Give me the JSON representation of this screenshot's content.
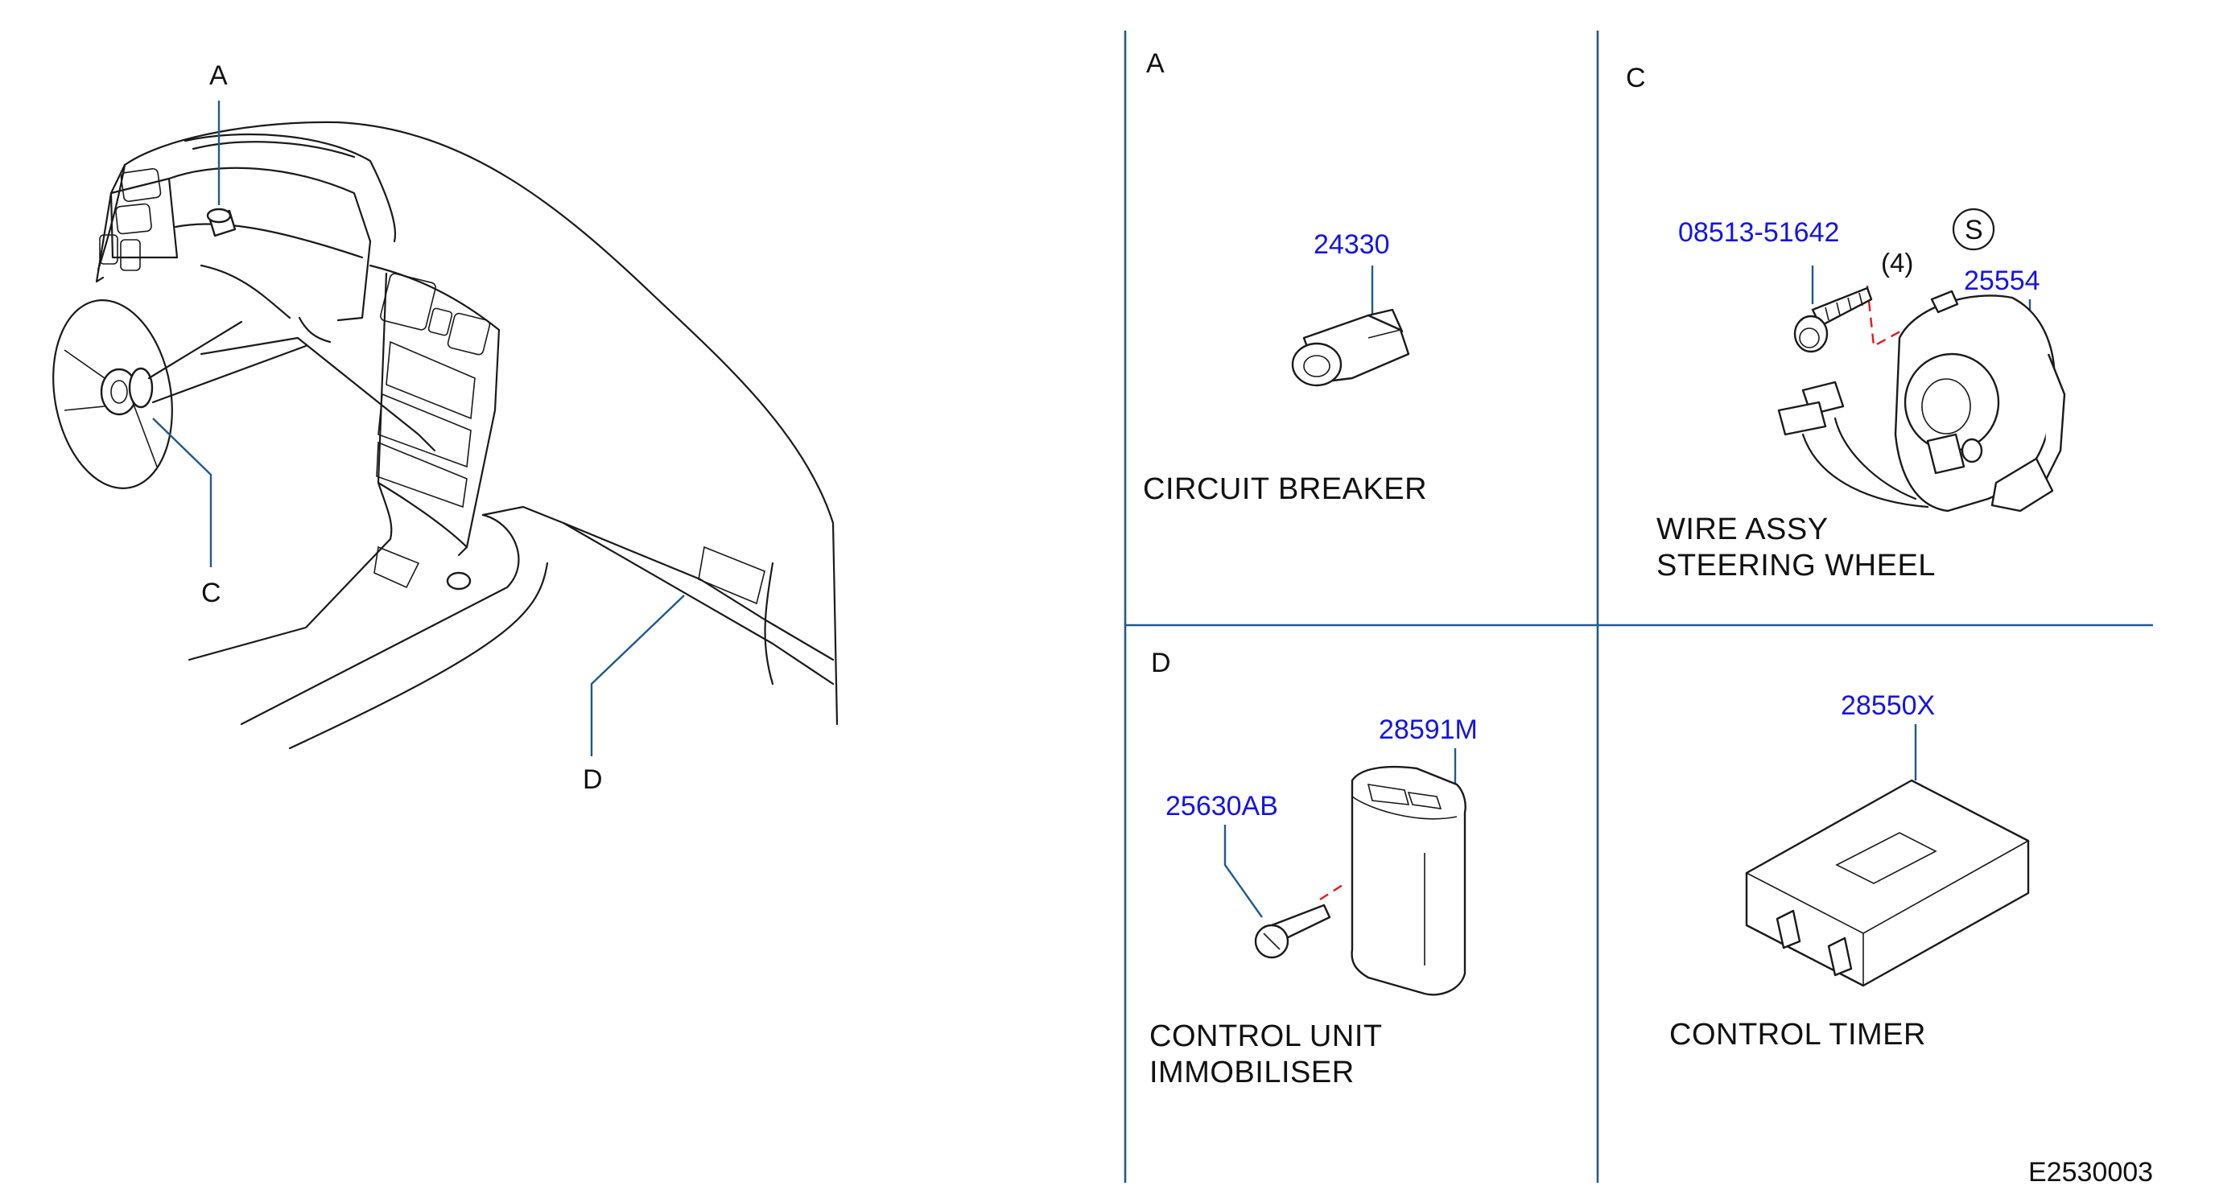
{
  "overview": {
    "callouts": {
      "a": "A",
      "c": "C",
      "d": "D"
    }
  },
  "panels": {
    "a": {
      "letter": "A",
      "part_number": "24330",
      "caption": "CIRCUIT  BREAKER"
    },
    "c": {
      "letter": "C",
      "part_number_screw": "08513-51642",
      "quantity": "(4)",
      "symbol": "S",
      "part_number_wire": "25554",
      "caption_line1": "WIRE  ASSY",
      "caption_line2": "STEERING  WHEEL"
    },
    "d": {
      "letter": "D",
      "part_number_unit": "28591M",
      "part_number_bolt": "25630AB",
      "caption_line1": "CONTROL  UNIT",
      "caption_line2": "IMMOBILISER"
    },
    "timer": {
      "part_number": "28550X",
      "caption": "CONTROL  TIMER"
    }
  },
  "figure_code": "E2530003",
  "colors": {
    "part_number": "#1414e6",
    "leader": "#1f5a8f",
    "dashed_link": "#e01b1b",
    "line_art": "#1a1a1a"
  }
}
